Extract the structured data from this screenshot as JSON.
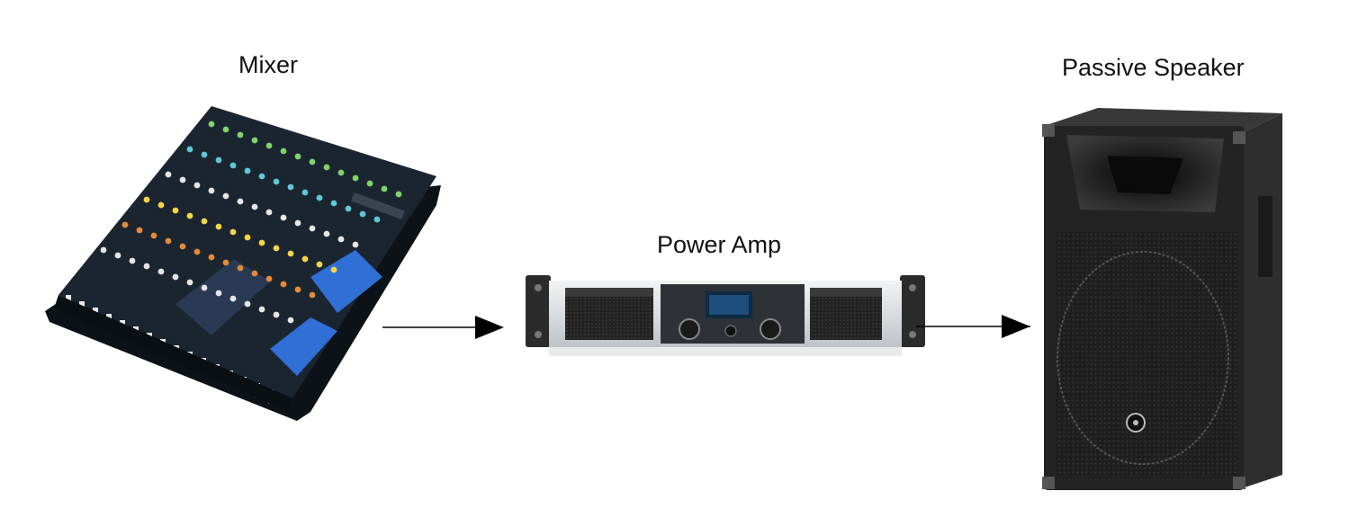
{
  "diagram": {
    "nodes": [
      {
        "id": "mixer",
        "label": "Mixer",
        "icon": "mixer-icon"
      },
      {
        "id": "amp",
        "label": "Power Amp",
        "icon": "power-amp-icon"
      },
      {
        "id": "speaker",
        "label": "Passive Speaker",
        "icon": "passive-speaker-icon"
      }
    ],
    "edges": [
      {
        "from": "mixer",
        "to": "amp"
      },
      {
        "from": "amp",
        "to": "speaker"
      }
    ]
  },
  "colors": {
    "arrow": "#000000",
    "label": "#111111",
    "mixer_body": "#1b2530",
    "mixer_accent": "#2f6fd6",
    "amp_face": "#e6e8ea",
    "speaker_cabinet": "#232323"
  }
}
